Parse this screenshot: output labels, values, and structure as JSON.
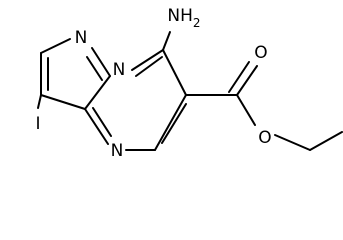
{
  "molecule": {
    "atoms": {
      "amino": "NH2",
      "n_pyrazole_top": "N",
      "n_bridge": "N",
      "n_pyrimidine": "N",
      "iodine": "I",
      "carbonyl_o": "O",
      "ester_o": "O"
    }
  },
  "colors": {
    "bond": "#000000",
    "background": "#ffffff"
  }
}
